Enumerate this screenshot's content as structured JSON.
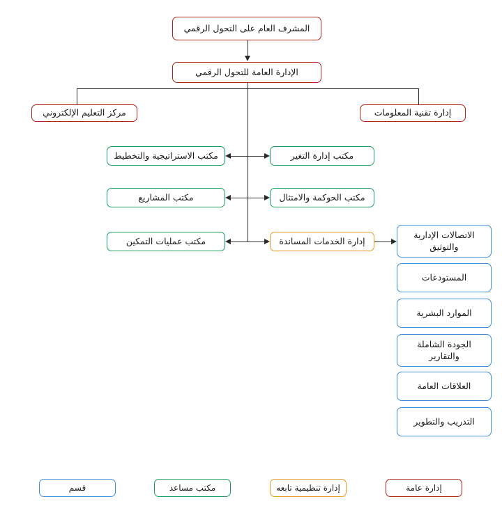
{
  "chart": {
    "title_text": "",
    "direction": "rtl",
    "language": "ar",
    "colors": {
      "general_department": "#b02418",
      "assistant_office": "#16a05c",
      "affiliated_unit": "#e79a23",
      "section": "#3d8ed6",
      "connector": "#2b2b2b",
      "background": "#ffffff"
    },
    "nodes": {
      "supervisor": "المشرف العام على التحول الرقمي",
      "general_administration": "الإدارة العامة للتحول الرقمي",
      "elearning_center": "مركز التعليم الإلكتروني",
      "it_department": "إدارة تقنية المعلومات",
      "strategy_office": "مكتب الاستراتيجية والتخطيط",
      "change_management_office": "مكتب إدارة التغير",
      "projects_office": "مكتب المشاريع",
      "governance_office": "مكتب الحوكمة والامتثال",
      "enablement_office": "مكتب عمليات التمكين",
      "support_services": "إدارة الخدمات المساندة"
    },
    "support_sections": [
      "الاتصالات الإدارية\nوالتوثيق",
      "المستودعات",
      "الموارد البشرية",
      "الجودة الشاملة\nوالتقارير",
      "العلاقات العامة",
      "التدريب والتطوير"
    ],
    "legend": [
      {
        "label": "قسم",
        "color": "#3d8ed6"
      },
      {
        "label": "مكتب مساعد",
        "color": "#16a05c"
      },
      {
        "label": "إدارة تنظيمية تابعه",
        "color": "#e79a23"
      },
      {
        "label": "إدارة عامة",
        "color": "#b02418"
      }
    ]
  }
}
